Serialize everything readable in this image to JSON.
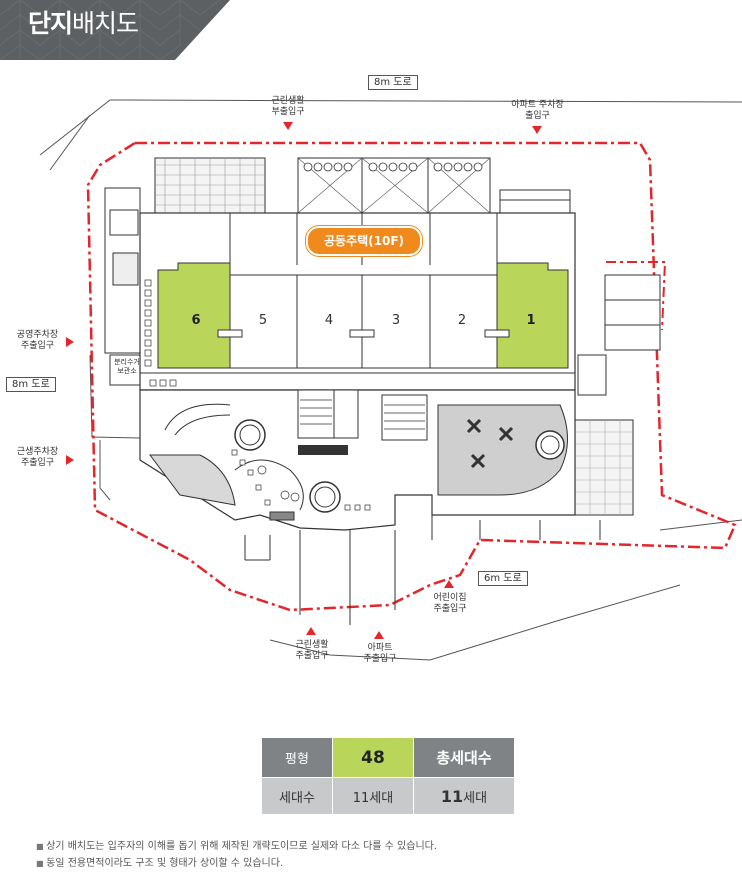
{
  "page": {
    "title_bold": "단지",
    "title_light": "배치도"
  },
  "roads": {
    "top": "8m 도로",
    "left": "8m 도로",
    "bottom_right": "6m 도로"
  },
  "entrances": {
    "top_left_line1": "근린생활",
    "top_left_line2": "부출입구",
    "top_right_line1": "아파트 주차장",
    "top_right_line2": "출입구",
    "left_upper_line1": "공영주차장",
    "left_upper_line2": "주출입구",
    "left_lower_line1": "근생주차장",
    "left_lower_line2": "주출입구",
    "bottom_left_line1": "근린생활",
    "bottom_left_line2": "주출입구",
    "bottom_mid_line1": "아파트",
    "bottom_mid_line2": "주출입구",
    "bottom_right_line1": "어린이집",
    "bottom_right_line2": "주출입구"
  },
  "building": {
    "label": "공동주택(10F)",
    "units": [
      "6",
      "5",
      "4",
      "3",
      "2",
      "1"
    ],
    "highlight_color": "#b9d65a",
    "small_label_1": "보관소",
    "small_label_2": "분리수거"
  },
  "colors": {
    "boundary": "#e3262b",
    "accent_orange": "#f08a1c",
    "highlight_green": "#b9d65a",
    "table_grey": "#7f8386"
  },
  "table": {
    "r1c1": "평형",
    "r1c2": "48",
    "r1c3": "총세대수",
    "r2c1": "세대수",
    "r2c2": "11세대",
    "r2c3_num": "11",
    "r2c3_unit": "세대"
  },
  "notes": [
    "상기 배치도는 입주자의 이해를 돕기 위해 제작된 개략도이므로 실제와 다소 다를 수 있습니다.",
    "동일 전용면적이라도 구조 및 형태가 상이할 수 있습니다."
  ]
}
